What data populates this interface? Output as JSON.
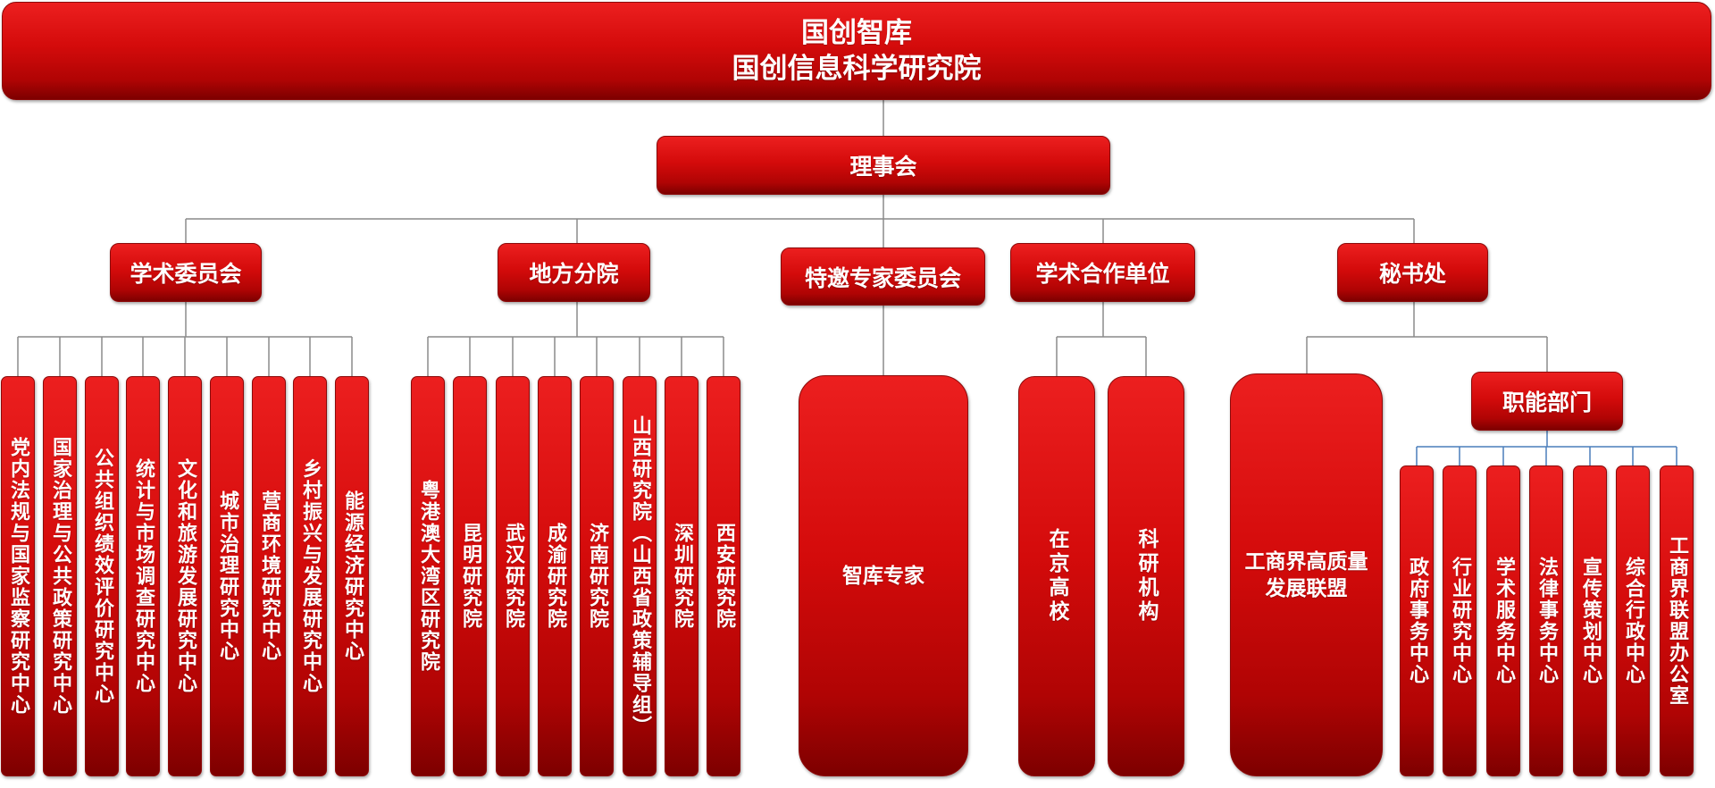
{
  "header": {
    "title_line1": "国创智库",
    "title_line2": "国创信息科学研究院"
  },
  "board": "理事会",
  "branches": {
    "academic_committee": {
      "label": "学术委员会",
      "items": [
        "党内法规与国家监察研究中心",
        "国家治理与公共政策研究中心",
        "公共组织绩效评价研究中心",
        "统计与市场调查研究中心",
        "文化和旅游发展研究中心",
        "城市治理研究中心",
        "营商环境研究中心",
        "乡村振兴与发展研究中心",
        "能源经济研究中心"
      ]
    },
    "local_branches": {
      "label": "地方分院",
      "items": [
        "粤港澳大湾区研究院",
        "昆明研究院",
        "武汉研究院",
        "成渝研究院",
        "济南研究院",
        "山西研究院（山西省政策辅导组）",
        "深圳研究院",
        "西安研究院"
      ]
    },
    "special_experts": {
      "label": "特邀专家委员会",
      "items": [
        "智库专家"
      ]
    },
    "academic_partners": {
      "label": "学术合作单位",
      "items": [
        "在京高校",
        "科研机构"
      ]
    },
    "secretariat": {
      "label": "秘书处",
      "alliance": "工商界高质量发展联盟",
      "functional": {
        "label": "职能部门",
        "items": [
          "政府事务中心",
          "行业研究中心",
          "学术服务中心",
          "法律事务中心",
          "宣传策划中心",
          "综合行政中心",
          "工商界联盟办公室"
        ]
      }
    }
  },
  "colors": {
    "box_red": "#d40b0b",
    "box_dark": "#7d0000",
    "connector_gray": "#8a8a8a",
    "connector_blue": "#4a7ebb"
  }
}
